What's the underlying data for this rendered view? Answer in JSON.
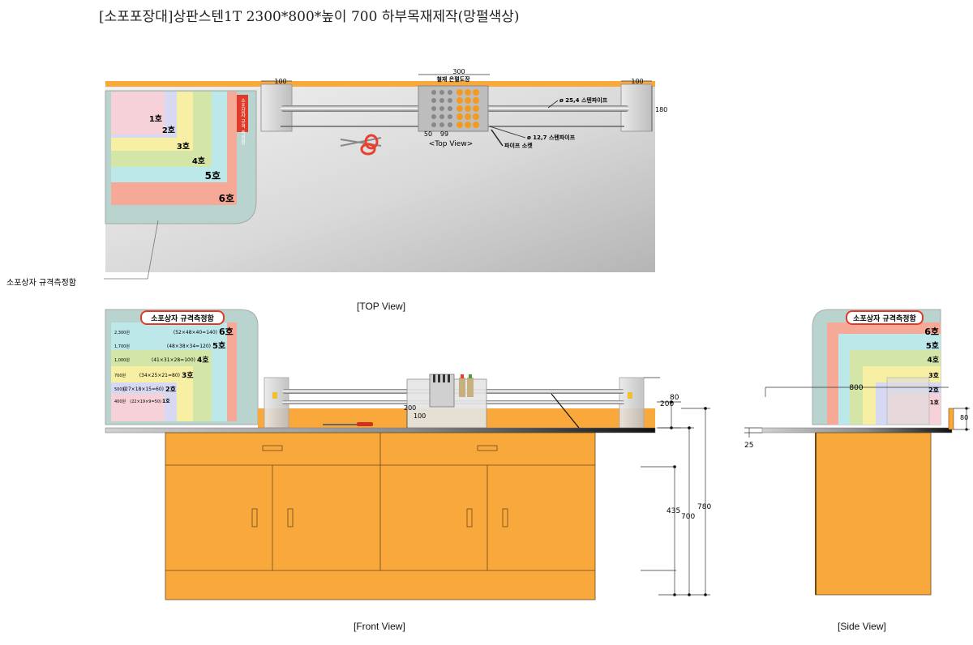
{
  "title": "[소포포장대]상판스텐1T 2300*800*높이 700  하부목재제작(망펄색상)",
  "colors": {
    "orange": "#f9a83c",
    "steel": "#c6c6c6",
    "chart_bg": "#b9d4cf",
    "pink": "#f6d2d8",
    "lavender": "#d7d9f3",
    "yellow": "#f7f0a4",
    "green": "#d3e6a8",
    "cyan": "#bde8ea",
    "salmon": "#f7a997"
  },
  "top_view": {
    "label": "[TOP View]",
    "dim_left": "100",
    "dim_right": "100",
    "dim_center": "300",
    "dim_depth": "180",
    "coating_note": "철재 은펄도장",
    "pipe_254": "ø 25,4 스텐파이프",
    "pipe_127": "ø 12,7 스텐파이프",
    "pipe_socket": "파이프 소켓",
    "dim_50": "50",
    "dim_99": "99",
    "inset_label": "<Top View>",
    "callout": "소포상자 규격측정함",
    "sign_text": "소포상자 규격 측정함",
    "sizes": [
      "1호",
      "2호",
      "3호",
      "4호",
      "5호",
      "6호"
    ]
  },
  "front_view": {
    "label": "[Front View]",
    "board_title": "소포상자 규격측정함",
    "rows": [
      {
        "price": "2,300원",
        "spec": "(52×48×40=140)",
        "size": "6호"
      },
      {
        "price": "1,700원",
        "spec": "(48×38×34=120)",
        "size": "5호"
      },
      {
        "price": "1,000원",
        "spec": "(41×31×28=100)",
        "size": "4호"
      },
      {
        "price": "700원",
        "spec": "(34×25×21=80)",
        "size": "3호"
      },
      {
        "price": "500원",
        "spec": "(27×18×15=60)",
        "size": "2호"
      },
      {
        "price": "400원",
        "spec": "(22×19×9=50)",
        "size": "1호"
      }
    ],
    "dim_80": "80",
    "dim_200a": "200",
    "dim_200b": "200",
    "dim_100": "100",
    "dim_435": "435",
    "dim_700": "700",
    "dim_780": "780"
  },
  "side_view": {
    "label": "[Side View]",
    "board_title": "소포상자 규격측정함",
    "sizes": [
      "6호",
      "5호",
      "4호",
      "3호",
      "2호",
      "1호"
    ],
    "dim_800": "800",
    "dim_80": "80",
    "dim_25": "25"
  }
}
